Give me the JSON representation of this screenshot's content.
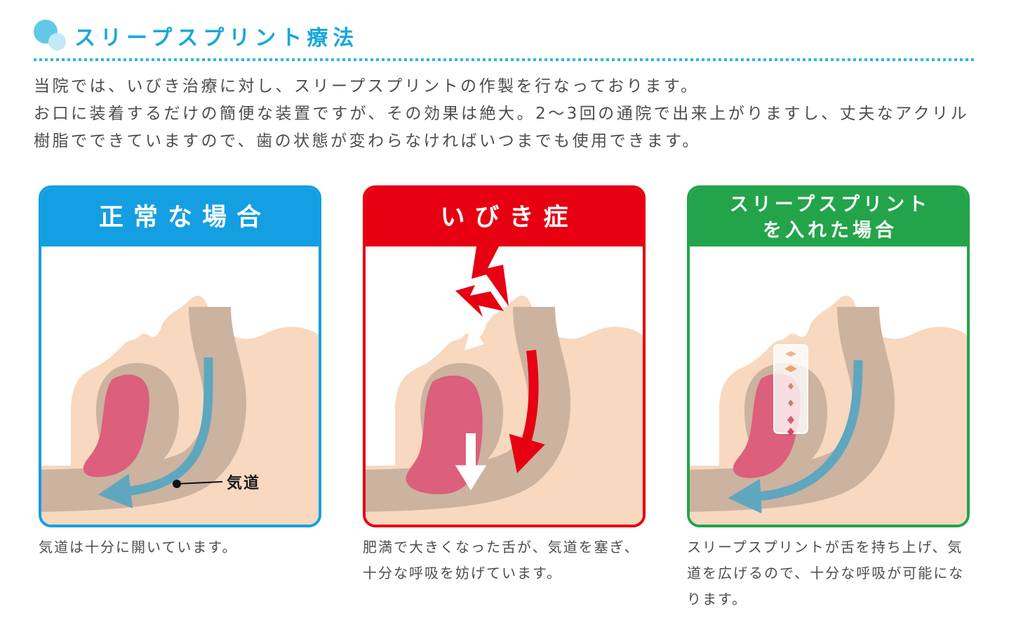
{
  "page": {
    "section_title": "スリープスプリント療法",
    "intro_line1": "当院では、いびき治療に対し、スリープスプリントの作製を行なっております。",
    "intro_line2": "お口に装着するだけの簡便な装置ですが、その効果は絶大。2〜3回の通院で出来上がりますし、丈夫なアクリル樹脂でできていますので、歯の状態が変わらなければいつまでも使用できます。"
  },
  "colors": {
    "title_accent": "#17A7DB",
    "dotted_rule": "#35B4DC",
    "body_text": "#4D4D4D",
    "skin": "#F8D8BF",
    "mouth_cavity": "#CBB3A0",
    "tongue": "#DC5F7B",
    "airway_arrow_blue": "#5FA6BF",
    "alert_red": "#E60012"
  },
  "panels": [
    {
      "title_line1": "正常な場合",
      "accent": "#149FE2",
      "caption": "気道は十分に開いています。",
      "airway_label": "気道"
    },
    {
      "title_line1": "いびき症",
      "accent": "#E60012",
      "caption": "肥満で大きくなった舌が、気道を塞ぎ、十分な呼吸を妨げています。"
    },
    {
      "title_line1": "スリープスプリント",
      "title_line2": "を入れた場合",
      "accent": "#23A44A",
      "caption": "スリープスプリントが舌を持ち上げ、気道を広げるので、十分な呼吸が可能になります。"
    }
  ]
}
